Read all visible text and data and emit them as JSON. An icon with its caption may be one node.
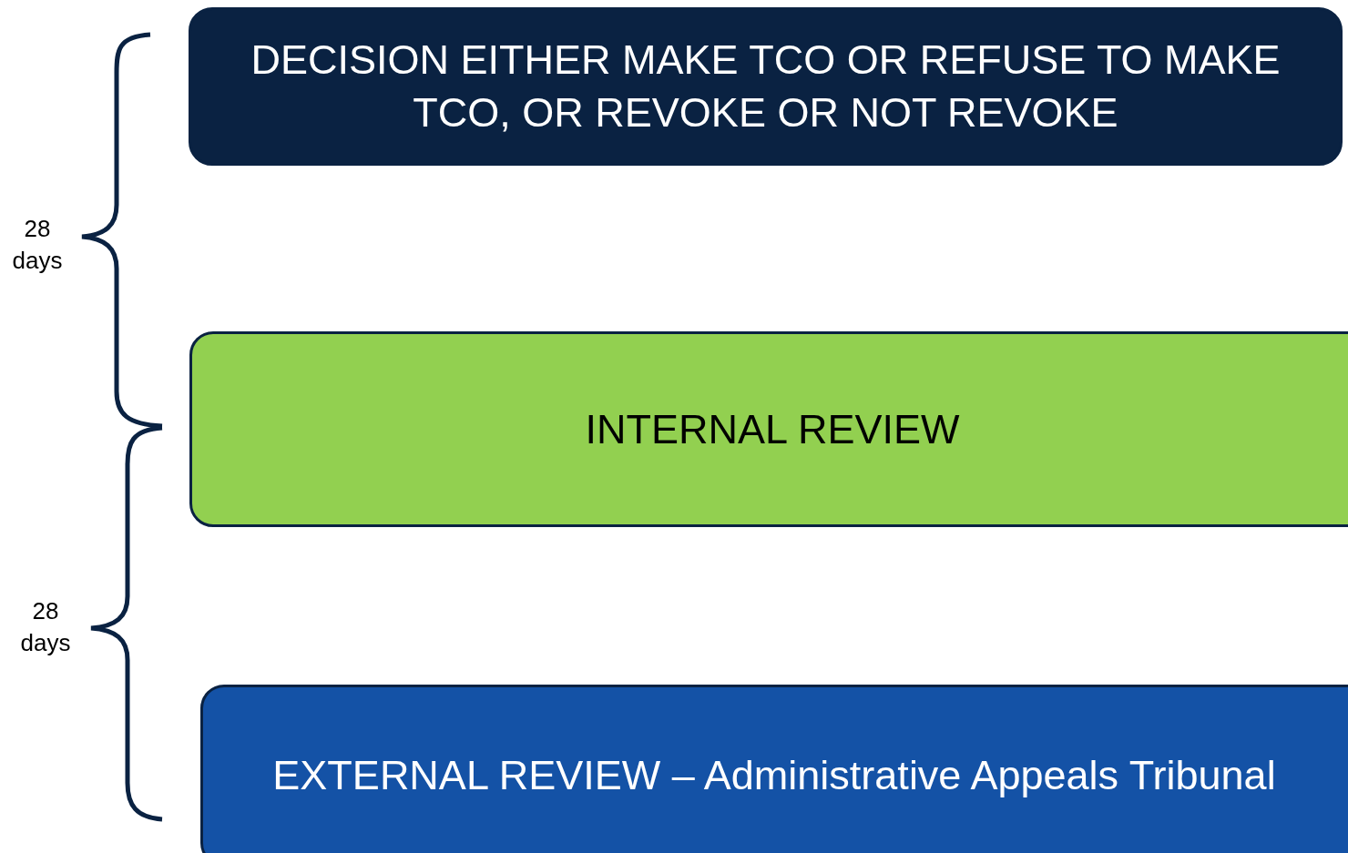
{
  "diagram": {
    "nodes": [
      {
        "text": [
          "DECISION EITHER MAKE TCO OR REFUSE  TO MAKE TCO, OR REVOKE OR NOT REVOKE"
        ]
      },
      {
        "text": [
          "INTERNAL REVIEW"
        ]
      },
      {
        "text": [
          "EXTERNAL REVIEW – Administrative Appeals Tribunal"
        ]
      }
    ],
    "labels": [
      "28 days",
      "28 days"
    ]
  }
}
